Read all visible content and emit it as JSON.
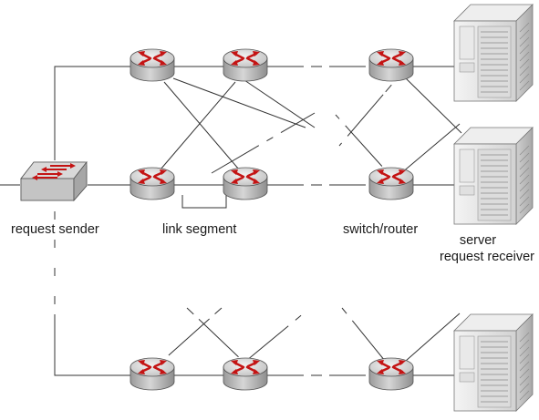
{
  "labels": {
    "request_sender": "request sender",
    "link_segment": "link segment",
    "switch_router": "switch/router",
    "server": "server",
    "request_receiver": "request receiver"
  },
  "icons": {
    "router": "router-icon",
    "switch": "switch-icon",
    "server": "server-icon"
  },
  "colors": {
    "router_top": "#c8c8c8",
    "router_side": "#b0b0b0",
    "router_arrow": "#cc1a1a",
    "line": "#333333",
    "server_body": "#e6e6e6"
  }
}
